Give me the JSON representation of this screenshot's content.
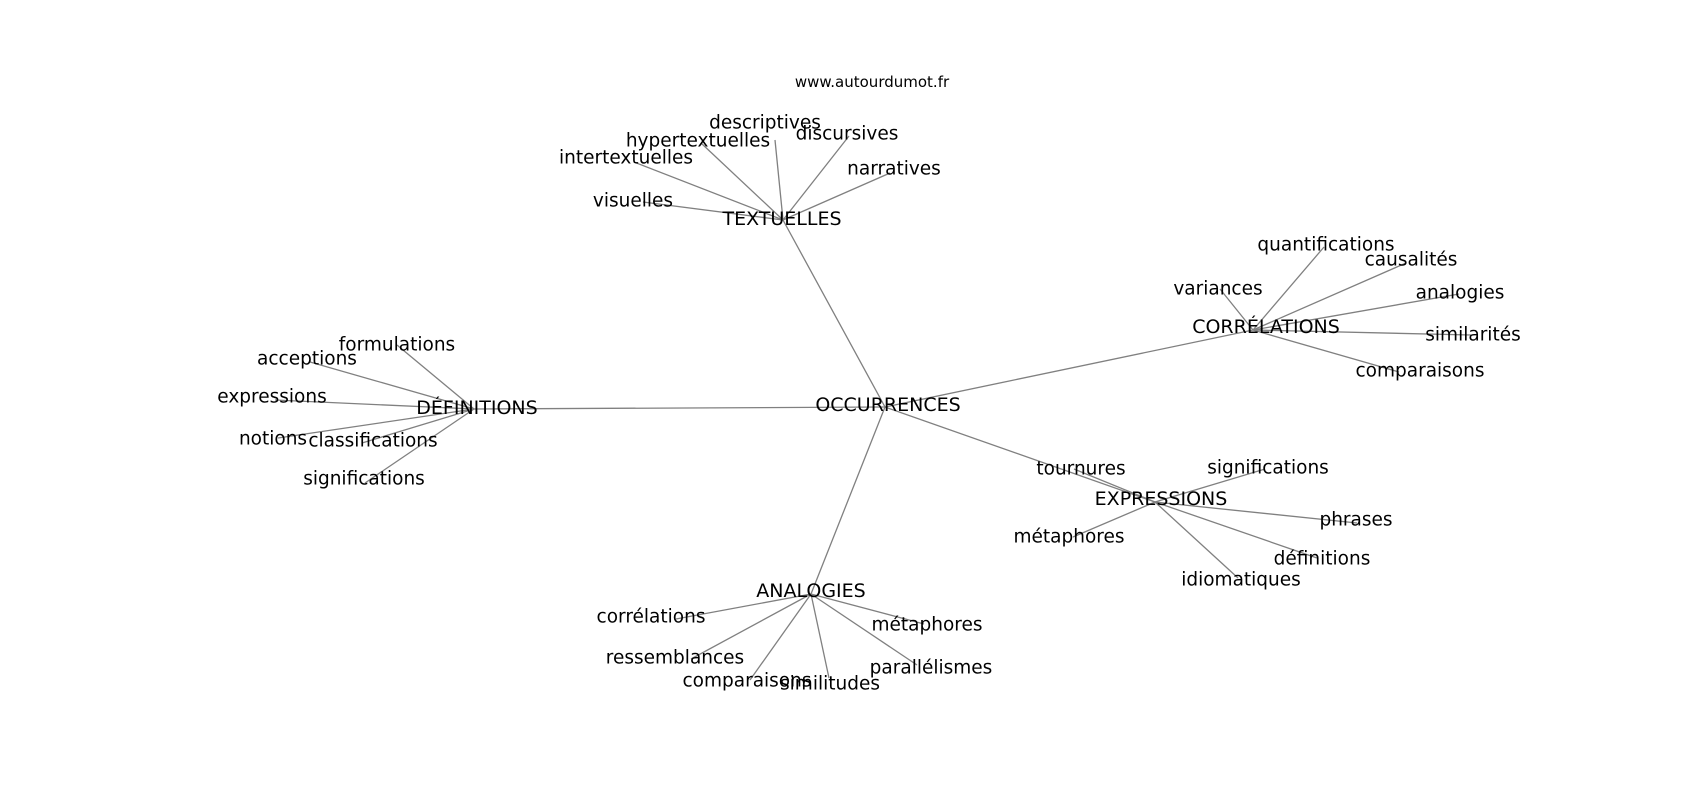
{
  "credit": "www.autourdumot.fr",
  "root": "OCCURRENCES",
  "groups": [
    {
      "label": "TEXTUELLES",
      "children": [
        "descriptives",
        "hypertextuelles",
        "discursives",
        "intertextuelles",
        "narratives",
        "visuelles"
      ]
    },
    {
      "label": "CORRÉLATIONS",
      "children": [
        "quantifications",
        "causalités",
        "variances",
        "analogies",
        "similarités",
        "comparaisons"
      ]
    },
    {
      "label": "DÉFINITIONS",
      "children": [
        "formulations",
        "acceptions",
        "expressions",
        "notions",
        "classifications",
        "significations"
      ]
    },
    {
      "label": "EXPRESSIONS",
      "children": [
        "tournures",
        "significations",
        "phrases",
        "métaphores",
        "définitions",
        "idiomatiques"
      ]
    },
    {
      "label": "ANALOGIES",
      "children": [
        "corrélations",
        "métaphores",
        "ressemblances",
        "parallélismes",
        "comparaisons",
        "similitudes"
      ]
    }
  ]
}
